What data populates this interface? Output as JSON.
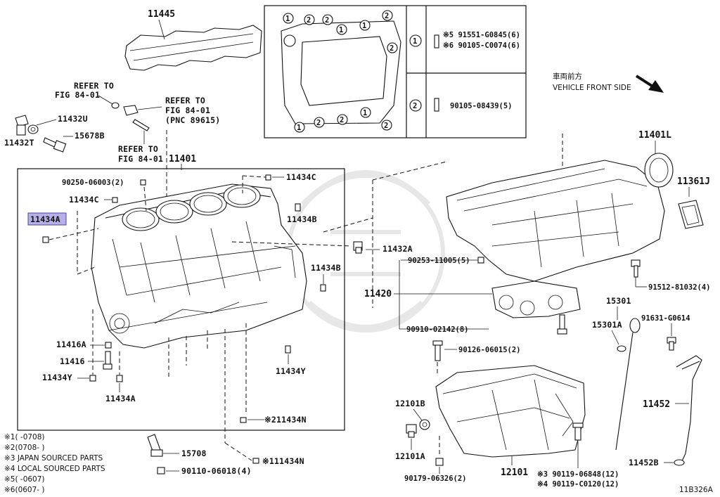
{
  "labels": {
    "p11445": "11445",
    "refer1a": "REFER TO",
    "refer1b": "FIG 84-01",
    "refer2a": "REFER TO",
    "refer2b": "FIG 84-01",
    "refer2c": "(PNC 89615)",
    "refer3a": "REFER TO",
    "refer3b": "FIG 84-01",
    "p11432u": "11432U",
    "p11432t": "11432T",
    "p15678b": "15678B",
    "p11401": "11401",
    "p90250": "90250-06003(2)",
    "p11434c_top": "11434C",
    "p11434c_left": "11434C",
    "p11434a_hl": "11434A",
    "p11434b_top": "11434B",
    "p11434b_right": "11434B",
    "p11432a": "11432A",
    "p11416a": "11416A",
    "p11416": "11416",
    "p11434y_left": "11434Y",
    "p11434a_bot": "11434A",
    "p11434y_right": "11434Y",
    "p11434n_1": "※211434N",
    "p11434n_2": "※111434N",
    "p15708": "15708",
    "p90110": "90110-06018(4)",
    "p90253": "90253-11005(5)",
    "p11420": "11420",
    "p90910": "90910-02142(8)",
    "p90126": "90126-06015(2)",
    "p12101b": "12101B",
    "p12101a": "12101A",
    "p90179": "90179-06326(2)",
    "p12101": "12101",
    "p90119a": "※3 90119-06848(12)",
    "p90119b": "※4 90119-C0120(12)",
    "p11401l": "11401L",
    "p11361j": "11361J",
    "p91512": "91512-81032(4)",
    "p15301": "15301",
    "p15301a": "15301A",
    "p91631": "91631-G0614",
    "p11452": "11452",
    "p11452b": "11452B",
    "front_jp": "車両前方",
    "front_en": "VEHICLE FRONT SIDE",
    "figcode": "11B326A"
  },
  "inset_table": {
    "row1_num": "1",
    "row1_a": "※5 91551-G0845(6)",
    "row1_b": "※6 90105-C0074(6)",
    "row2_num": "2",
    "row2_a": "90105-08439(5)"
  },
  "notes": [
    "※1(      -0708)",
    "※2(0708-      )",
    "※3 JAPAN SOURCED PARTS",
    "※4 LOCAL SOURCED PARTS",
    "※5(      -0607)",
    "※6(0607-      )"
  ],
  "colors": {
    "highlight": "#b7b0e6",
    "ink": "#111111"
  }
}
